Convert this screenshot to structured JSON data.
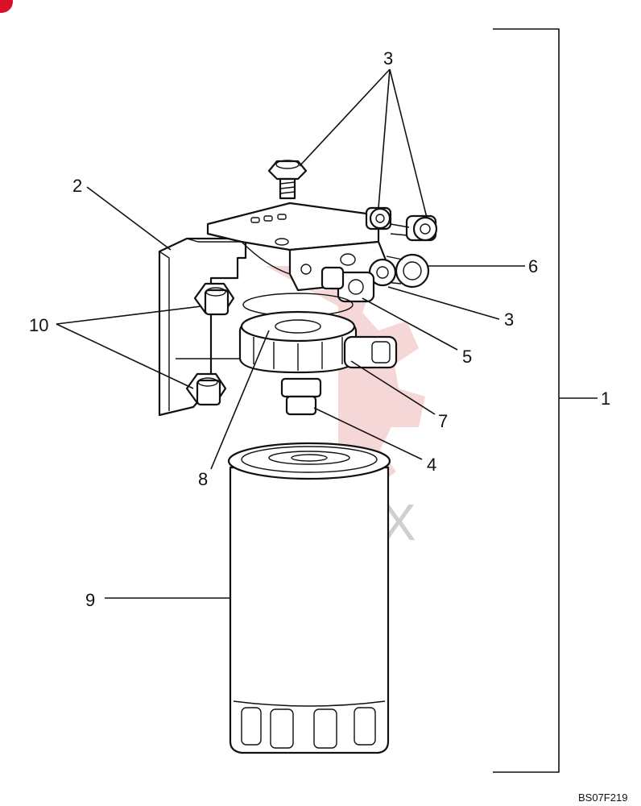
{
  "labels": {
    "l1": "1",
    "l2": "2",
    "l3a": "3",
    "l3b": "3",
    "l4": "4",
    "l5": "5",
    "l6": "6",
    "l7": "7",
    "l8": "8",
    "l9": "9",
    "l10": "10"
  },
  "watermark": "ИНТЕХ",
  "figure_code": "BS07F219",
  "colors": {
    "watermark_gear": "#f3c9c9",
    "corner_logo": "#d8102a"
  }
}
